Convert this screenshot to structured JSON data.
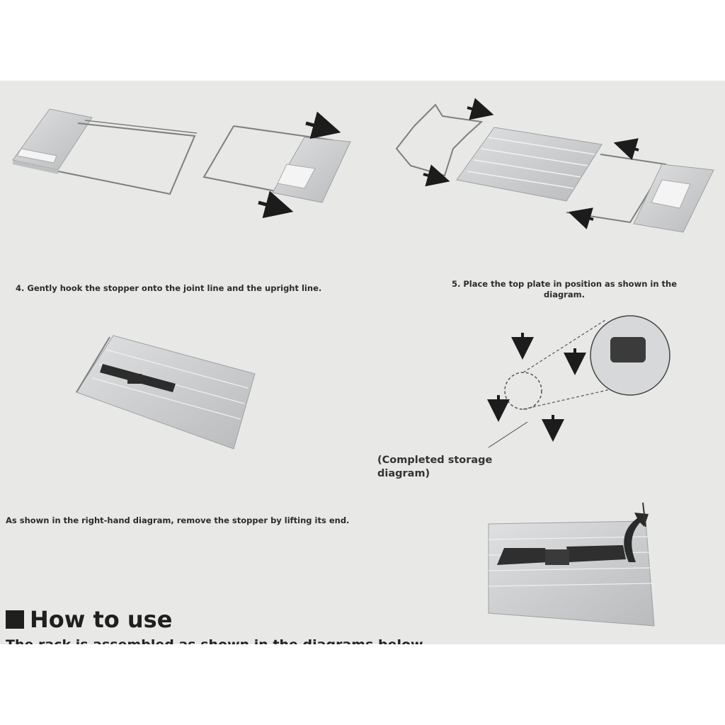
{
  "captions": {
    "step4": "4. Gently hook the stopper onto the joint line and the upright line.",
    "step5_line1": "5. Place the top plate in position as shown in the",
    "step5_line2": "diagram.",
    "remove": "As shown in the right-hand diagram, remove the stopper by lifting its end.",
    "completed_line1": "(Completed storage",
    "completed_line2": "diagram)"
  },
  "section": {
    "title": "How to use",
    "cutoff_text": "The rack is assembled as shown in the diagrams below"
  },
  "colors": {
    "panel_bg": "#e8e8e6",
    "metal": "#cfd1d2",
    "metal_dark": "#9ea1a3",
    "wire": "#7d7f80",
    "arrow": "#1c1c1c"
  }
}
